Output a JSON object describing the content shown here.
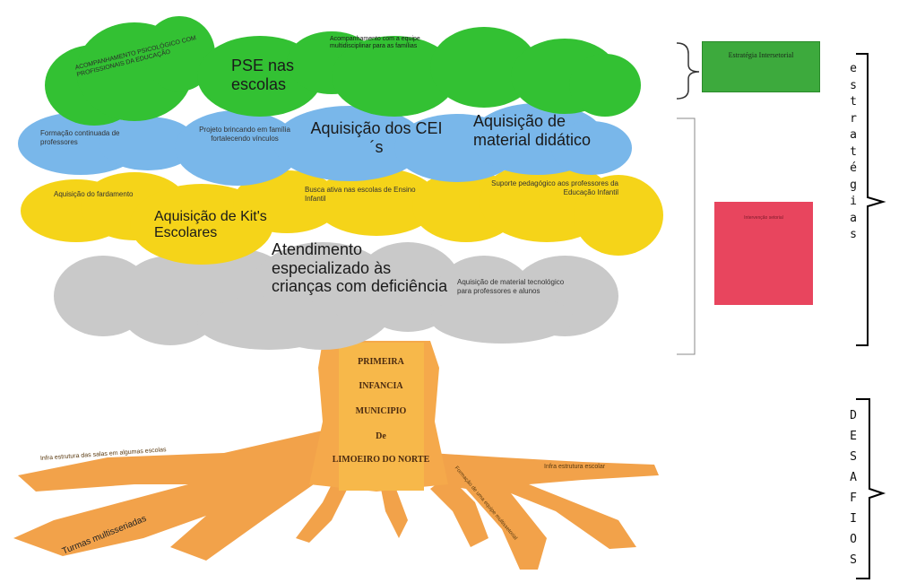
{
  "clouds": {
    "green_1": "ACOMPANHAMENTO PSICOLÓGICO COM PROFISSIONAIS DA EDUCAÇÃO",
    "green_pse": "PSE nas escolas",
    "green_3": "Acompanhamento com a equipe multidisciplinar para as famílias",
    "blue_1": "Formação continuada de professores",
    "blue_2": "Projeto brincando em família fortalecendo vínculos",
    "blue_cei": "Aquisição dos CEI´s",
    "blue_material": "Aquisição de material didático",
    "yellow_1": "Aquisição do fardamento",
    "yellow_kits": "Aquisição de Kit's Escolares",
    "yellow_3": "Busca ativa nas escolas de Ensino Infantil",
    "yellow_4": "Suporte pedagógico aos professores da Educação Infantil",
    "grey_atendimento": "Atendimento especializado às crianças com deficiência",
    "grey_2": "Aquisição de material tecnológico para professores e alunos"
  },
  "trunk": {
    "line1": "PRIMEIRA",
    "line2": "INFANCIA",
    "line3": "MUNICIPIO",
    "line4": "De",
    "line5": "LIMOEIRO DO NORTE"
  },
  "roots": {
    "r1": "Infra estrutura das salas em algumas escolas",
    "r2": "Formação de uma equipe multissetorial",
    "r3": "Infra estrutura escolar",
    "r4": "Turmas multisseriadas"
  },
  "labels": {
    "intersetorial": "Estratégia Intersetorial",
    "intersetorial_red": "Intervenção setorial",
    "estrategias_letters": [
      "e",
      "s",
      "t",
      "r",
      "a",
      "t",
      "é",
      "g",
      "i",
      "a",
      "s"
    ],
    "desafios_letters": [
      "D",
      "E",
      "S",
      "A",
      "F",
      "I",
      "O",
      "S"
    ]
  },
  "colors": {
    "green": "#33c133",
    "blue": "#79b7ea",
    "yellow": "#f5d419",
    "grey": "#c9c9c9",
    "trunk": "#f5a94b",
    "trunk_inner": "#f7b84a",
    "red": "#e8455e"
  }
}
